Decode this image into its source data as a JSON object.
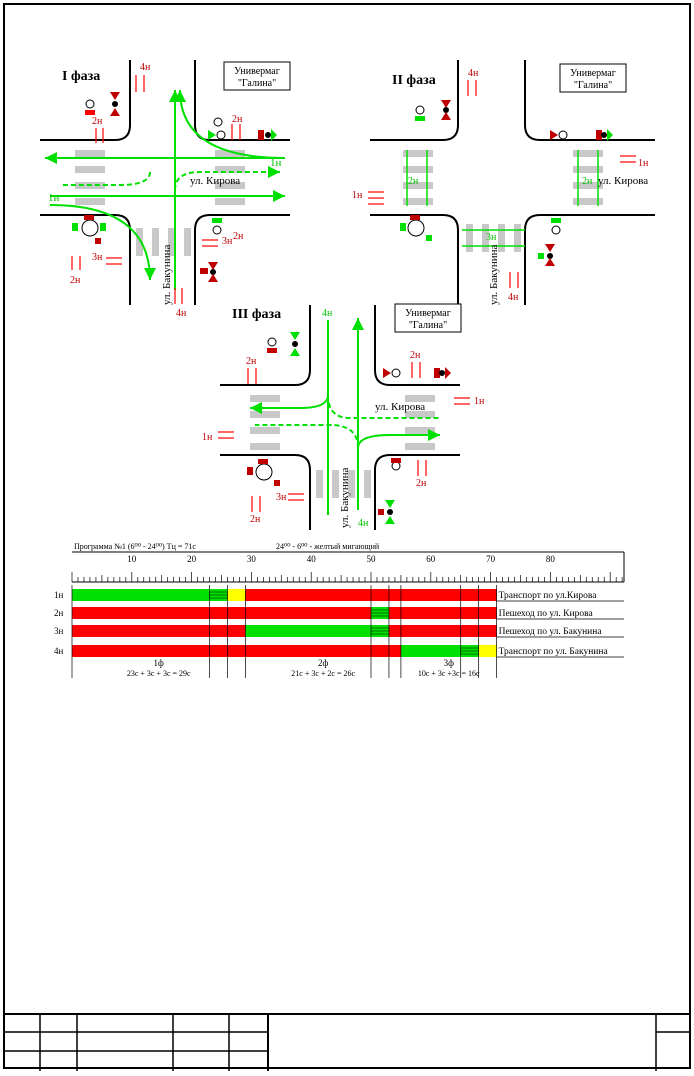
{
  "phases": [
    {
      "title": "I фаза"
    },
    {
      "title": "II фаза"
    },
    {
      "title": "III фаза"
    }
  ],
  "store_label_1": "Универмаг",
  "store_label_2": "\"Галина\"",
  "street_kirova": "ул. Кирова",
  "street_bakunina": "ул. Бакунина",
  "signal_labels": {
    "s1": "1н",
    "s2": "2н",
    "s3": "3н",
    "s4": "4н"
  },
  "colors": {
    "red": "#ff0000",
    "green": "#00e000",
    "light_green": "#7fe07f",
    "yellow": "#ffff00",
    "gray": "#c8c8c8",
    "dark_red": "#c00000"
  },
  "timing": {
    "program_label": "Программа №1 (6⁰⁰ - 24⁰⁰)  Тц = 71с",
    "night_label": "24⁰⁰ - 6⁰⁰ - желтый мигающий",
    "scale_ticks": [
      "10",
      "20",
      "30",
      "40",
      "50",
      "60",
      "70",
      "80"
    ],
    "rows": [
      {
        "id": "1н",
        "desc": "Транспорт по ул.Кирова",
        "segments": [
          {
            "c": "green",
            "s": 0,
            "e": 26
          },
          {
            "c": "yellow",
            "s": 26,
            "e": 29
          },
          {
            "c": "red",
            "s": 29,
            "e": 71
          }
        ],
        "flash": [
          {
            "s": 23,
            "e": 26
          }
        ]
      },
      {
        "id": "2н",
        "desc": "Пешеход по ул. Кирова",
        "segments": [
          {
            "c": "red",
            "s": 0,
            "e": 50
          },
          {
            "c": "green",
            "s": 50,
            "e": 53
          },
          {
            "c": "red",
            "s": 53,
            "e": 71
          }
        ],
        "flash": [
          {
            "s": 50,
            "e": 53
          }
        ]
      },
      {
        "id": "3н",
        "desc": "Пешеход по ул. Бакунина",
        "segments": [
          {
            "c": "red",
            "s": 0,
            "e": 29
          },
          {
            "c": "green",
            "s": 29,
            "e": 53
          },
          {
            "c": "red",
            "s": 53,
            "e": 71
          }
        ],
        "flash": [
          {
            "s": 50,
            "e": 53
          }
        ]
      },
      {
        "id": "4н",
        "desc": "Транспорт по ул. Бакунина",
        "segments": [
          {
            "c": "red",
            "s": 0,
            "e": 55
          },
          {
            "c": "green",
            "s": 55,
            "e": 68
          },
          {
            "c": "yellow",
            "s": 68,
            "e": 71
          }
        ],
        "flash": [
          {
            "s": 65,
            "e": 68
          }
        ]
      }
    ],
    "phases": [
      {
        "name": "1ф",
        "formula": "23с + 3с + 3с = 29с"
      },
      {
        "name": "2ф",
        "formula": "21с + 3с + 2с = 26с"
      },
      {
        "name": "3ф",
        "formula": "10с + 3с +3с = 16с"
      }
    ]
  }
}
